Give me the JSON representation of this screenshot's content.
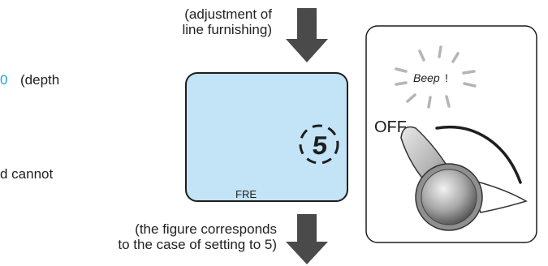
{
  "captions": {
    "top_line1": "(adjustment of",
    "top_line2": "line furnishing)",
    "bottom_line1": "(the figure corresponds",
    "bottom_line2": "to the case of setting to 5)"
  },
  "left_fragments": {
    "value_digit": "0",
    "depth_text": "(depth",
    "cannot_text": "d  cannot"
  },
  "lcd": {
    "digit": "5",
    "mode_label": "FRE",
    "background_color": "#c3e3f6"
  },
  "knob_panel": {
    "beep_label": "Beep",
    "beep_exclaim": "!",
    "off_label": "OFF"
  },
  "colors": {
    "arrow": "#4a4a4a",
    "accent_text": "#1ba6d8"
  }
}
